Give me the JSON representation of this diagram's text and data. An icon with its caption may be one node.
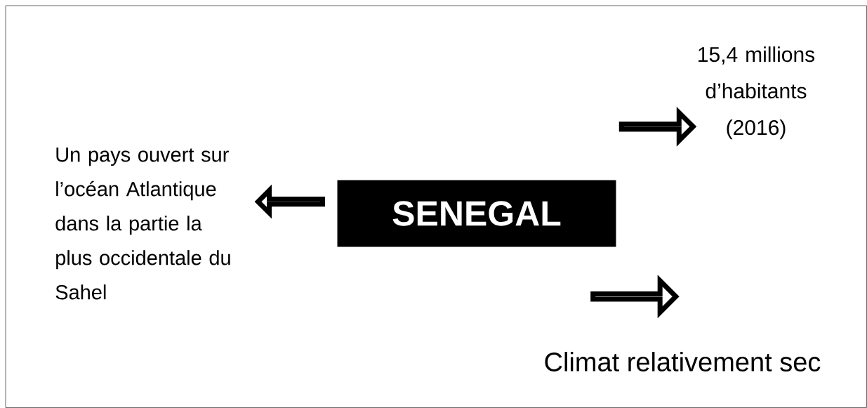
{
  "diagram": {
    "nodes": [
      {
        "text": [
          "SENEGAL"
        ]
      },
      {
        "text": [
          "Un pays ouvert sur l’océan Atlantique dans la partie la plus occidentale du Sahel"
        ]
      },
      {
        "text": [
          "15,4 millions d’habitants (2016)"
        ]
      },
      {
        "text": [
          "Climat relativement sec"
        ]
      }
    ],
    "edges": [
      {
        "from": 0,
        "to": 1,
        "arrow": "to"
      },
      {
        "from": 0,
        "to": 2,
        "arrow": "to"
      },
      {
        "from": 0,
        "to": 3,
        "arrow": "to"
      }
    ]
  }
}
